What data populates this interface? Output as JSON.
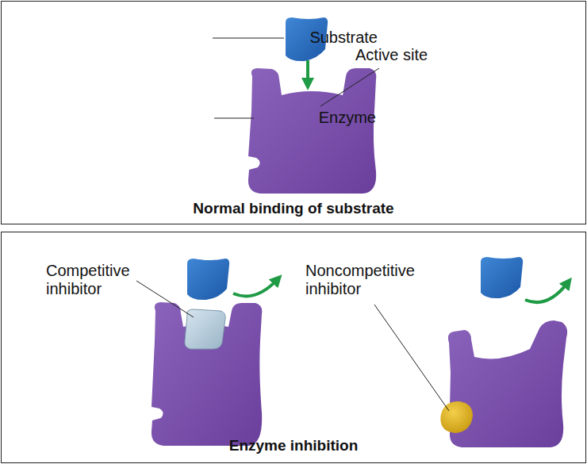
{
  "diagram": {
    "nodes": [
      {
        "text": [
          "Normal binding of substrate"
        ]
      },
      {
        "text": [
          "Enzyme inhibition"
        ]
      }
    ],
    "labels": [
      "Substrate",
      "Enzyme",
      "Active site",
      "Competitive inhibitor",
      "Noncompetitive inhibitor"
    ]
  }
}
